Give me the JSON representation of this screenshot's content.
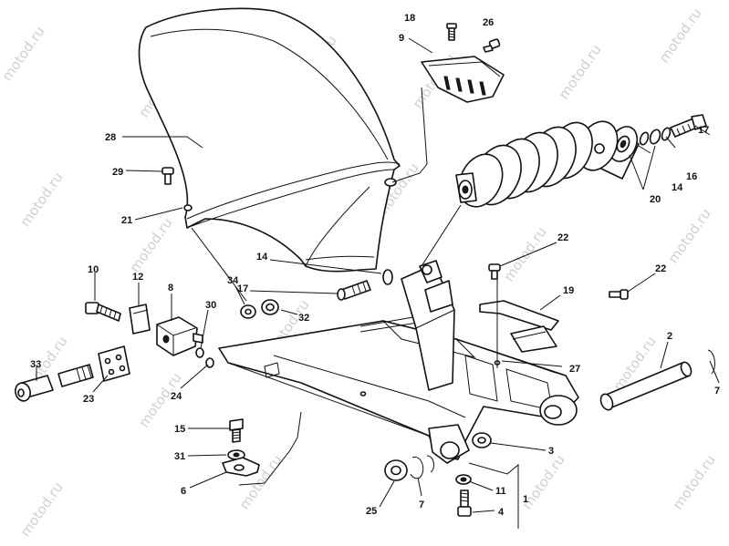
{
  "watermark": "motod.ru",
  "callouts": [
    {
      "id": "18",
      "text": "18"
    },
    {
      "id": "26",
      "text": "26"
    },
    {
      "id": "9",
      "text": "9"
    },
    {
      "id": "28",
      "text": "28"
    },
    {
      "id": "17a",
      "text": "17"
    },
    {
      "id": "16",
      "text": "16"
    },
    {
      "id": "14a",
      "text": "14"
    },
    {
      "id": "20",
      "text": "20"
    },
    {
      "id": "29",
      "text": "29"
    },
    {
      "id": "21",
      "text": "21"
    },
    {
      "id": "14b",
      "text": "14"
    },
    {
      "id": "22a",
      "text": "22"
    },
    {
      "id": "10",
      "text": "10"
    },
    {
      "id": "12",
      "text": "12"
    },
    {
      "id": "8",
      "text": "8"
    },
    {
      "id": "34",
      "text": "34"
    },
    {
      "id": "17b",
      "text": "17"
    },
    {
      "id": "19",
      "text": "19"
    },
    {
      "id": "22b",
      "text": "22"
    },
    {
      "id": "30",
      "text": "30"
    },
    {
      "id": "32",
      "text": "32"
    },
    {
      "id": "2",
      "text": "2"
    },
    {
      "id": "33",
      "text": "33"
    },
    {
      "id": "27",
      "text": "27"
    },
    {
      "id": "7a",
      "text": "7"
    },
    {
      "id": "23",
      "text": "23"
    },
    {
      "id": "24",
      "text": "24"
    },
    {
      "id": "15",
      "text": "15"
    },
    {
      "id": "3",
      "text": "3"
    },
    {
      "id": "31",
      "text": "31"
    },
    {
      "id": "6",
      "text": "6"
    },
    {
      "id": "11",
      "text": "11"
    },
    {
      "id": "1",
      "text": "1"
    },
    {
      "id": "25",
      "text": "25"
    },
    {
      "id": "7b",
      "text": "7"
    },
    {
      "id": "4",
      "text": "4"
    }
  ]
}
